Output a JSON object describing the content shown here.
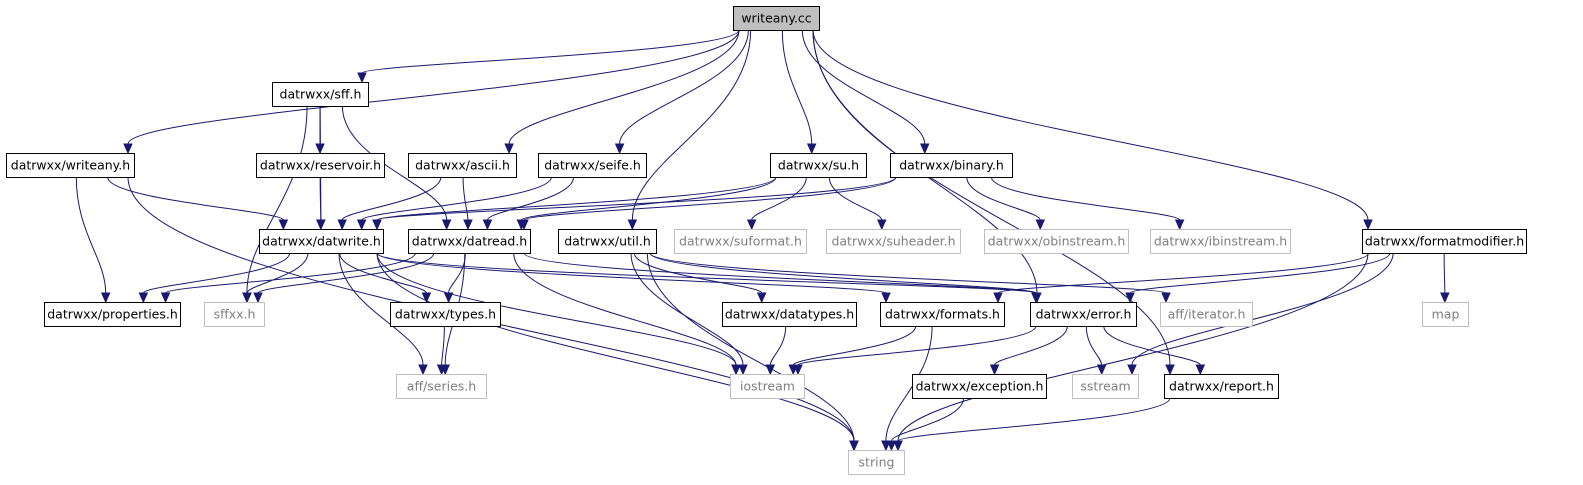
{
  "colors": {
    "edge": "#191970",
    "root_fill": "#bfbfbf",
    "node_fill": "#ffffff",
    "node_border": "#000000",
    "external_border": "#bfbfbf",
    "external_text": "#7f7f7f",
    "text": "#000000"
  },
  "nodes": [
    {
      "id": "writeany_cc",
      "label": "writeany.cc",
      "kind": "root"
    },
    {
      "id": "sff_h",
      "label": "datrwxx/sff.h",
      "kind": "local"
    },
    {
      "id": "writeany_h",
      "label": "datrwxx/writeany.h",
      "kind": "local"
    },
    {
      "id": "reservoir_h",
      "label": "datrwxx/reservoir.h",
      "kind": "local"
    },
    {
      "id": "ascii_h",
      "label": "datrwxx/ascii.h",
      "kind": "local"
    },
    {
      "id": "seife_h",
      "label": "datrwxx/seife.h",
      "kind": "local"
    },
    {
      "id": "su_h",
      "label": "datrwxx/su.h",
      "kind": "local"
    },
    {
      "id": "binary_h",
      "label": "datrwxx/binary.h",
      "kind": "local"
    },
    {
      "id": "datwrite_h",
      "label": "datrwxx/datwrite.h",
      "kind": "local"
    },
    {
      "id": "datread_h",
      "label": "datrwxx/datread.h",
      "kind": "local"
    },
    {
      "id": "util_h",
      "label": "datrwxx/util.h",
      "kind": "local"
    },
    {
      "id": "suformat_h",
      "label": "datrwxx/suformat.h",
      "kind": "external"
    },
    {
      "id": "suheader_h",
      "label": "datrwxx/suheader.h",
      "kind": "external"
    },
    {
      "id": "obinstream_h",
      "label": "datrwxx/obinstream.h",
      "kind": "external"
    },
    {
      "id": "ibinstream_h",
      "label": "datrwxx/ibinstream.h",
      "kind": "external"
    },
    {
      "id": "formatmodifier_h",
      "label": "datrwxx/formatmodifier.h",
      "kind": "local"
    },
    {
      "id": "properties_h",
      "label": "datrwxx/properties.h",
      "kind": "local"
    },
    {
      "id": "sffxx_h",
      "label": "sffxx.h",
      "kind": "external"
    },
    {
      "id": "types_h",
      "label": "datrwxx/types.h",
      "kind": "local"
    },
    {
      "id": "datatypes_h",
      "label": "datrwxx/datatypes.h",
      "kind": "local"
    },
    {
      "id": "formats_h",
      "label": "datrwxx/formats.h",
      "kind": "local"
    },
    {
      "id": "error_h",
      "label": "datrwxx/error.h",
      "kind": "local"
    },
    {
      "id": "iterator_h",
      "label": "aff/iterator.h",
      "kind": "external"
    },
    {
      "id": "map",
      "label": "map",
      "kind": "external"
    },
    {
      "id": "series_h",
      "label": "aff/series.h",
      "kind": "external"
    },
    {
      "id": "iostream",
      "label": "iostream",
      "kind": "external"
    },
    {
      "id": "exception_h",
      "label": "datrwxx/exception.h",
      "kind": "local"
    },
    {
      "id": "sstream",
      "label": "sstream",
      "kind": "external"
    },
    {
      "id": "report_h",
      "label": "datrwxx/report.h",
      "kind": "local"
    },
    {
      "id": "string",
      "label": "string",
      "kind": "external"
    }
  ],
  "edges": [
    [
      "writeany_cc",
      "writeany_h"
    ],
    [
      "writeany_cc",
      "sff_h"
    ],
    [
      "writeany_cc",
      "ascii_h"
    ],
    [
      "writeany_cc",
      "seife_h"
    ],
    [
      "writeany_cc",
      "util_h"
    ],
    [
      "writeany_cc",
      "su_h"
    ],
    [
      "writeany_cc",
      "binary_h"
    ],
    [
      "writeany_cc",
      "formatmodifier_h"
    ],
    [
      "writeany_cc",
      "error_h"
    ],
    [
      "writeany_cc",
      "report_h"
    ],
    [
      "sff_h",
      "reservoir_h"
    ],
    [
      "sff_h",
      "datwrite_h"
    ],
    [
      "sff_h",
      "sffxx_h"
    ],
    [
      "sff_h",
      "datread_h"
    ],
    [
      "writeany_h",
      "datwrite_h"
    ],
    [
      "writeany_h",
      "properties_h"
    ],
    [
      "writeany_h",
      "string"
    ],
    [
      "reservoir_h",
      "datwrite_h"
    ],
    [
      "ascii_h",
      "datwrite_h"
    ],
    [
      "ascii_h",
      "datread_h"
    ],
    [
      "seife_h",
      "datwrite_h"
    ],
    [
      "seife_h",
      "datread_h"
    ],
    [
      "su_h",
      "datwrite_h"
    ],
    [
      "su_h",
      "datread_h"
    ],
    [
      "su_h",
      "suformat_h"
    ],
    [
      "su_h",
      "suheader_h"
    ],
    [
      "binary_h",
      "datwrite_h"
    ],
    [
      "binary_h",
      "datread_h"
    ],
    [
      "binary_h",
      "obinstream_h"
    ],
    [
      "binary_h",
      "ibinstream_h"
    ],
    [
      "datwrite_h",
      "properties_h"
    ],
    [
      "datwrite_h",
      "sffxx_h"
    ],
    [
      "datwrite_h",
      "types_h"
    ],
    [
      "datwrite_h",
      "series_h"
    ],
    [
      "datwrite_h",
      "iostream"
    ],
    [
      "datwrite_h",
      "string"
    ],
    [
      "datwrite_h",
      "formats_h"
    ],
    [
      "datwrite_h",
      "error_h"
    ],
    [
      "datread_h",
      "properties_h"
    ],
    [
      "datread_h",
      "sffxx_h"
    ],
    [
      "datread_h",
      "types_h"
    ],
    [
      "datread_h",
      "series_h"
    ],
    [
      "datread_h",
      "iostream"
    ],
    [
      "datread_h",
      "error_h"
    ],
    [
      "util_h",
      "datatypes_h"
    ],
    [
      "util_h",
      "error_h"
    ],
    [
      "util_h",
      "iterator_h"
    ],
    [
      "util_h",
      "iostream"
    ],
    [
      "util_h",
      "string"
    ],
    [
      "types_h",
      "series_h"
    ],
    [
      "datatypes_h",
      "iostream"
    ],
    [
      "formats_h",
      "iostream"
    ],
    [
      "formats_h",
      "string"
    ],
    [
      "error_h",
      "exception_h"
    ],
    [
      "error_h",
      "sstream"
    ],
    [
      "error_h",
      "report_h"
    ],
    [
      "error_h",
      "iostream"
    ],
    [
      "exception_h",
      "string"
    ],
    [
      "report_h",
      "string"
    ],
    [
      "formatmodifier_h",
      "formats_h"
    ],
    [
      "formatmodifier_h",
      "error_h"
    ],
    [
      "formatmodifier_h",
      "map"
    ],
    [
      "formatmodifier_h",
      "sstream"
    ],
    [
      "formatmodifier_h",
      "string"
    ]
  ]
}
